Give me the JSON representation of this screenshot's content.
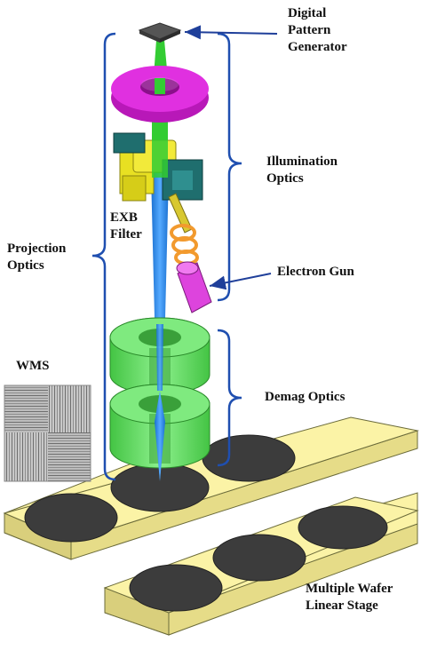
{
  "labels": {
    "digital_pattern_generator": "Digital\nPattern\nGenerator",
    "illumination_optics": "Illumination\nOptics",
    "exb_filter": "EXB\nFilter",
    "projection_optics": "Projection\nOptics",
    "electron_gun": "Electron Gun",
    "wms": "WMS",
    "demag_optics": "Demag Optics",
    "multiple_wafer_linear_stage": "Multiple Wafer\nLinear Stage"
  },
  "colors": {
    "bracket": "#1f4fb0",
    "arrow": "#1f3f9a",
    "stage": "#fbf3a6",
    "stage_edge": "#6b6b3a",
    "wafer": "#3c3c3c",
    "torus": "#d21fd2",
    "green_lens": "#66dd66",
    "green_beam": "#33cc33",
    "blue_beam": "#2f8fe8",
    "teal_block": "#1f6e6e",
    "yellow_block": "#e8e022",
    "electron_gun": "#dd44dd",
    "orange_ring": "#f29a2e"
  }
}
